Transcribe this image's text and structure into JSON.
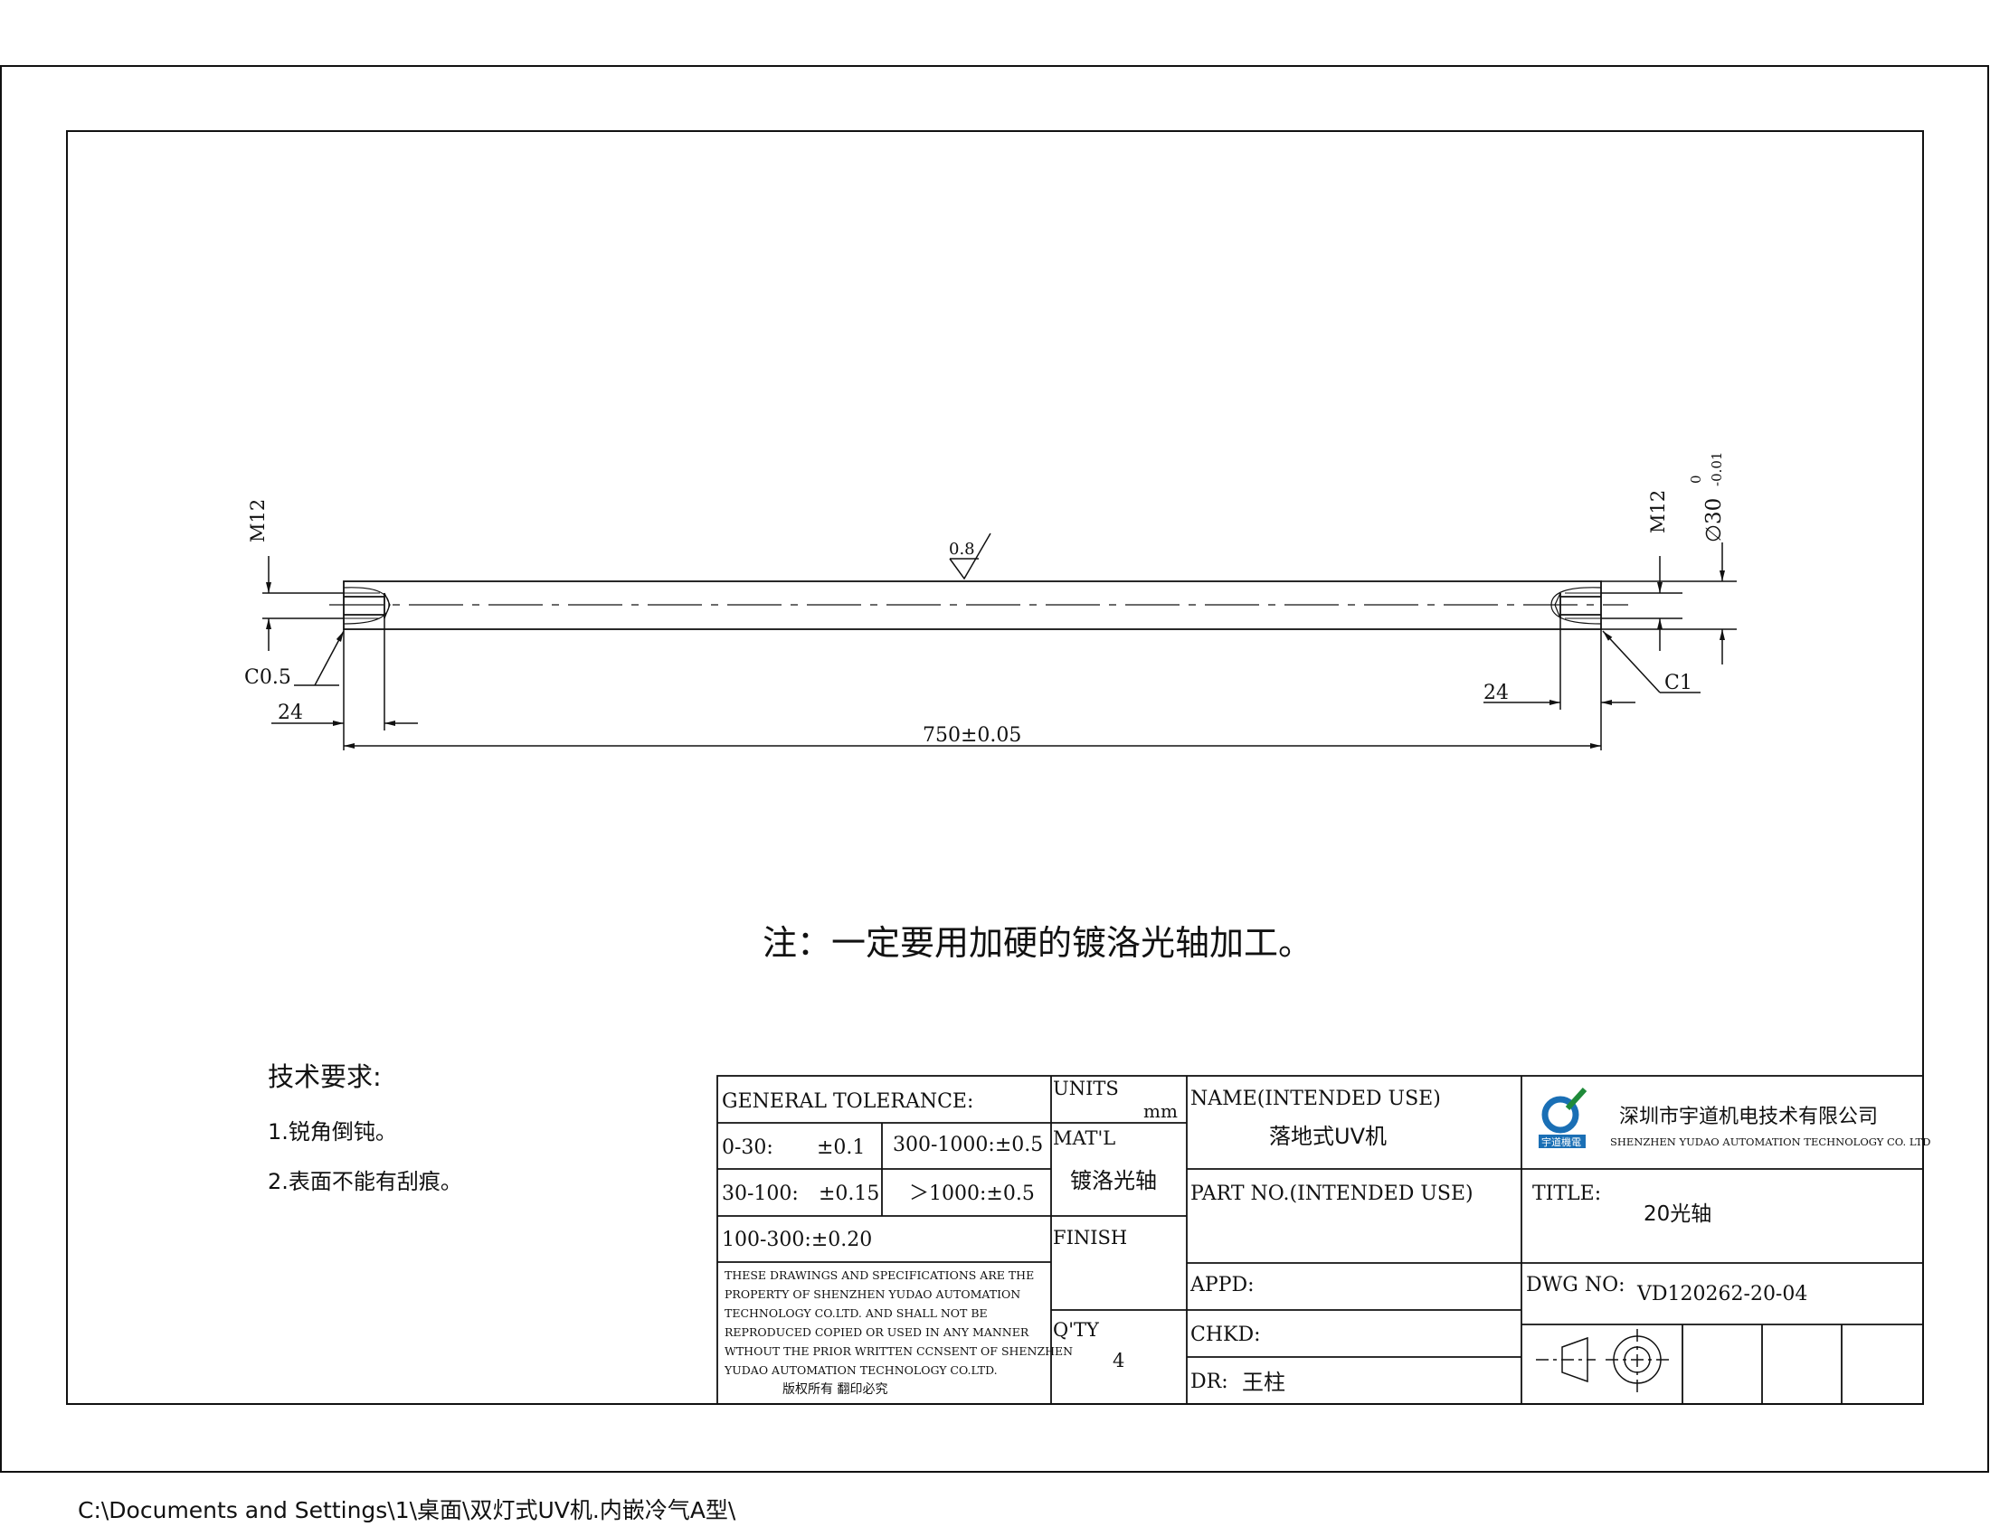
{
  "drawing": {
    "thread_left": "M12",
    "thread_right": "M12",
    "diameter": "∅30",
    "tol_upper": "0",
    "tol_lower": "-0.01",
    "roughness": "0.8",
    "chamfer_left": "C0.5",
    "chamfer_right": "C1",
    "depth_left": "24",
    "depth_right": "24",
    "length": "750±0.05"
  },
  "note": "注：一定要用加硬的镀洛光轴加工。",
  "requirements": {
    "title": "技术要求:",
    "items": [
      "1.锐角倒钝。",
      "2.表面不能有刮痕。"
    ]
  },
  "title_block": {
    "general_tolerance": "GENERAL TOLERANCE:",
    "tol_0_30": "0-30:",
    "tol_0_30_val": "±0.1",
    "tol_300_1000": "300-1000:±0.5",
    "tol_30_100": "30-100:",
    "tol_30_100_val": "±0.15",
    "tol_gt_1000": "＞1000:±0.5",
    "tol_100_300": "100-300:±0.20",
    "disclaimer": [
      "THESE DRAWINGS AND SPECIFICATIONS ARE THE",
      "PROPERTY OF SHENZHEN YUDAO AUTOMATION",
      "TECHNOLOGY CO.LTD.  AND SHALL NOT BE",
      "REPRODUCED COPIED OR USED IN ANY MANNER",
      "WTHOUT THE PRIOR WRITTEN CCNSENT OF SHENZHEN",
      "YUDAO AUTOMATION TECHNOLOGY CO.LTD."
    ],
    "copyright": "版权所有  翻印必究",
    "units_label": "UNITS",
    "units_value": "mm",
    "material_label": "MAT'L",
    "material_value": "镀洛光轴",
    "finish_label": "FINISH",
    "qty_label": "Q'TY",
    "qty_value": "4",
    "name_label": "NAME(INTENDED USE)",
    "name_value": "落地式UV机",
    "part_no_label": "PART NO.(INTENDED USE)",
    "appd_label": "APPD:",
    "chkd_label": "CHKD:",
    "dr_label": "DR:",
    "dr_value": "王柱",
    "company_cn": "深圳市宇道机电技术有限公司",
    "company_en": "SHENZHEN YUDAO AUTOMATION TECHNOLOGY CO. LTD",
    "logo_text": "宇道機電",
    "title_label": "TITLE:",
    "title_value": "20光轴",
    "dwg_no_label": "DWG NO:",
    "dwg_no_value": "VD120262-20-04"
  },
  "file_path": "C:\\Documents and Settings\\1\\桌面\\双灯式UV机.内嵌冷气A型\\",
  "colors": {
    "ink": "#111111",
    "logo_blue": "#1a6fb5",
    "logo_green": "#1f8a3a"
  }
}
